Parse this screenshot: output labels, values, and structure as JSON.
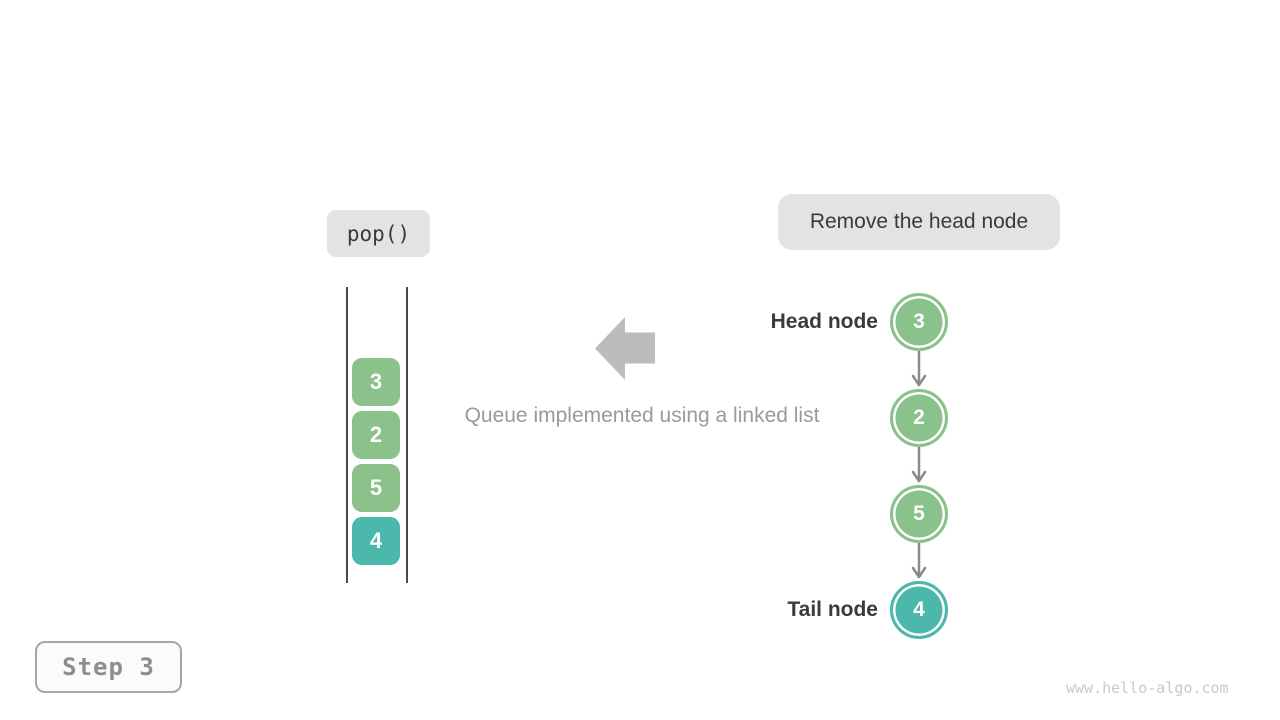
{
  "palette": {
    "green": "#8bc18b",
    "teal": "#4cb8ac",
    "label_bg": "#e3e3e3",
    "big_arrow_gray": "#bcbcbc",
    "connector_gray": "#8a8a8a",
    "text_dark": "#3a3a3a",
    "text_gray": "#9a9a9a"
  },
  "operation_label": "pop()",
  "annotation_label": "Remove the head node",
  "stack": {
    "items": [
      {
        "value": "3",
        "color": "green"
      },
      {
        "value": "2",
        "color": "green"
      },
      {
        "value": "5",
        "color": "green"
      },
      {
        "value": "4",
        "color": "teal"
      }
    ]
  },
  "caption": "Queue implemented using a linked list",
  "linked_list": {
    "head_label": "Head node",
    "tail_label": "Tail node",
    "nodes": [
      {
        "value": "3",
        "color": "green"
      },
      {
        "value": "2",
        "color": "green"
      },
      {
        "value": "5",
        "color": "green"
      },
      {
        "value": "4",
        "color": "teal"
      }
    ]
  },
  "step_label": "Step 3",
  "watermark": "www.hello-algo.com"
}
